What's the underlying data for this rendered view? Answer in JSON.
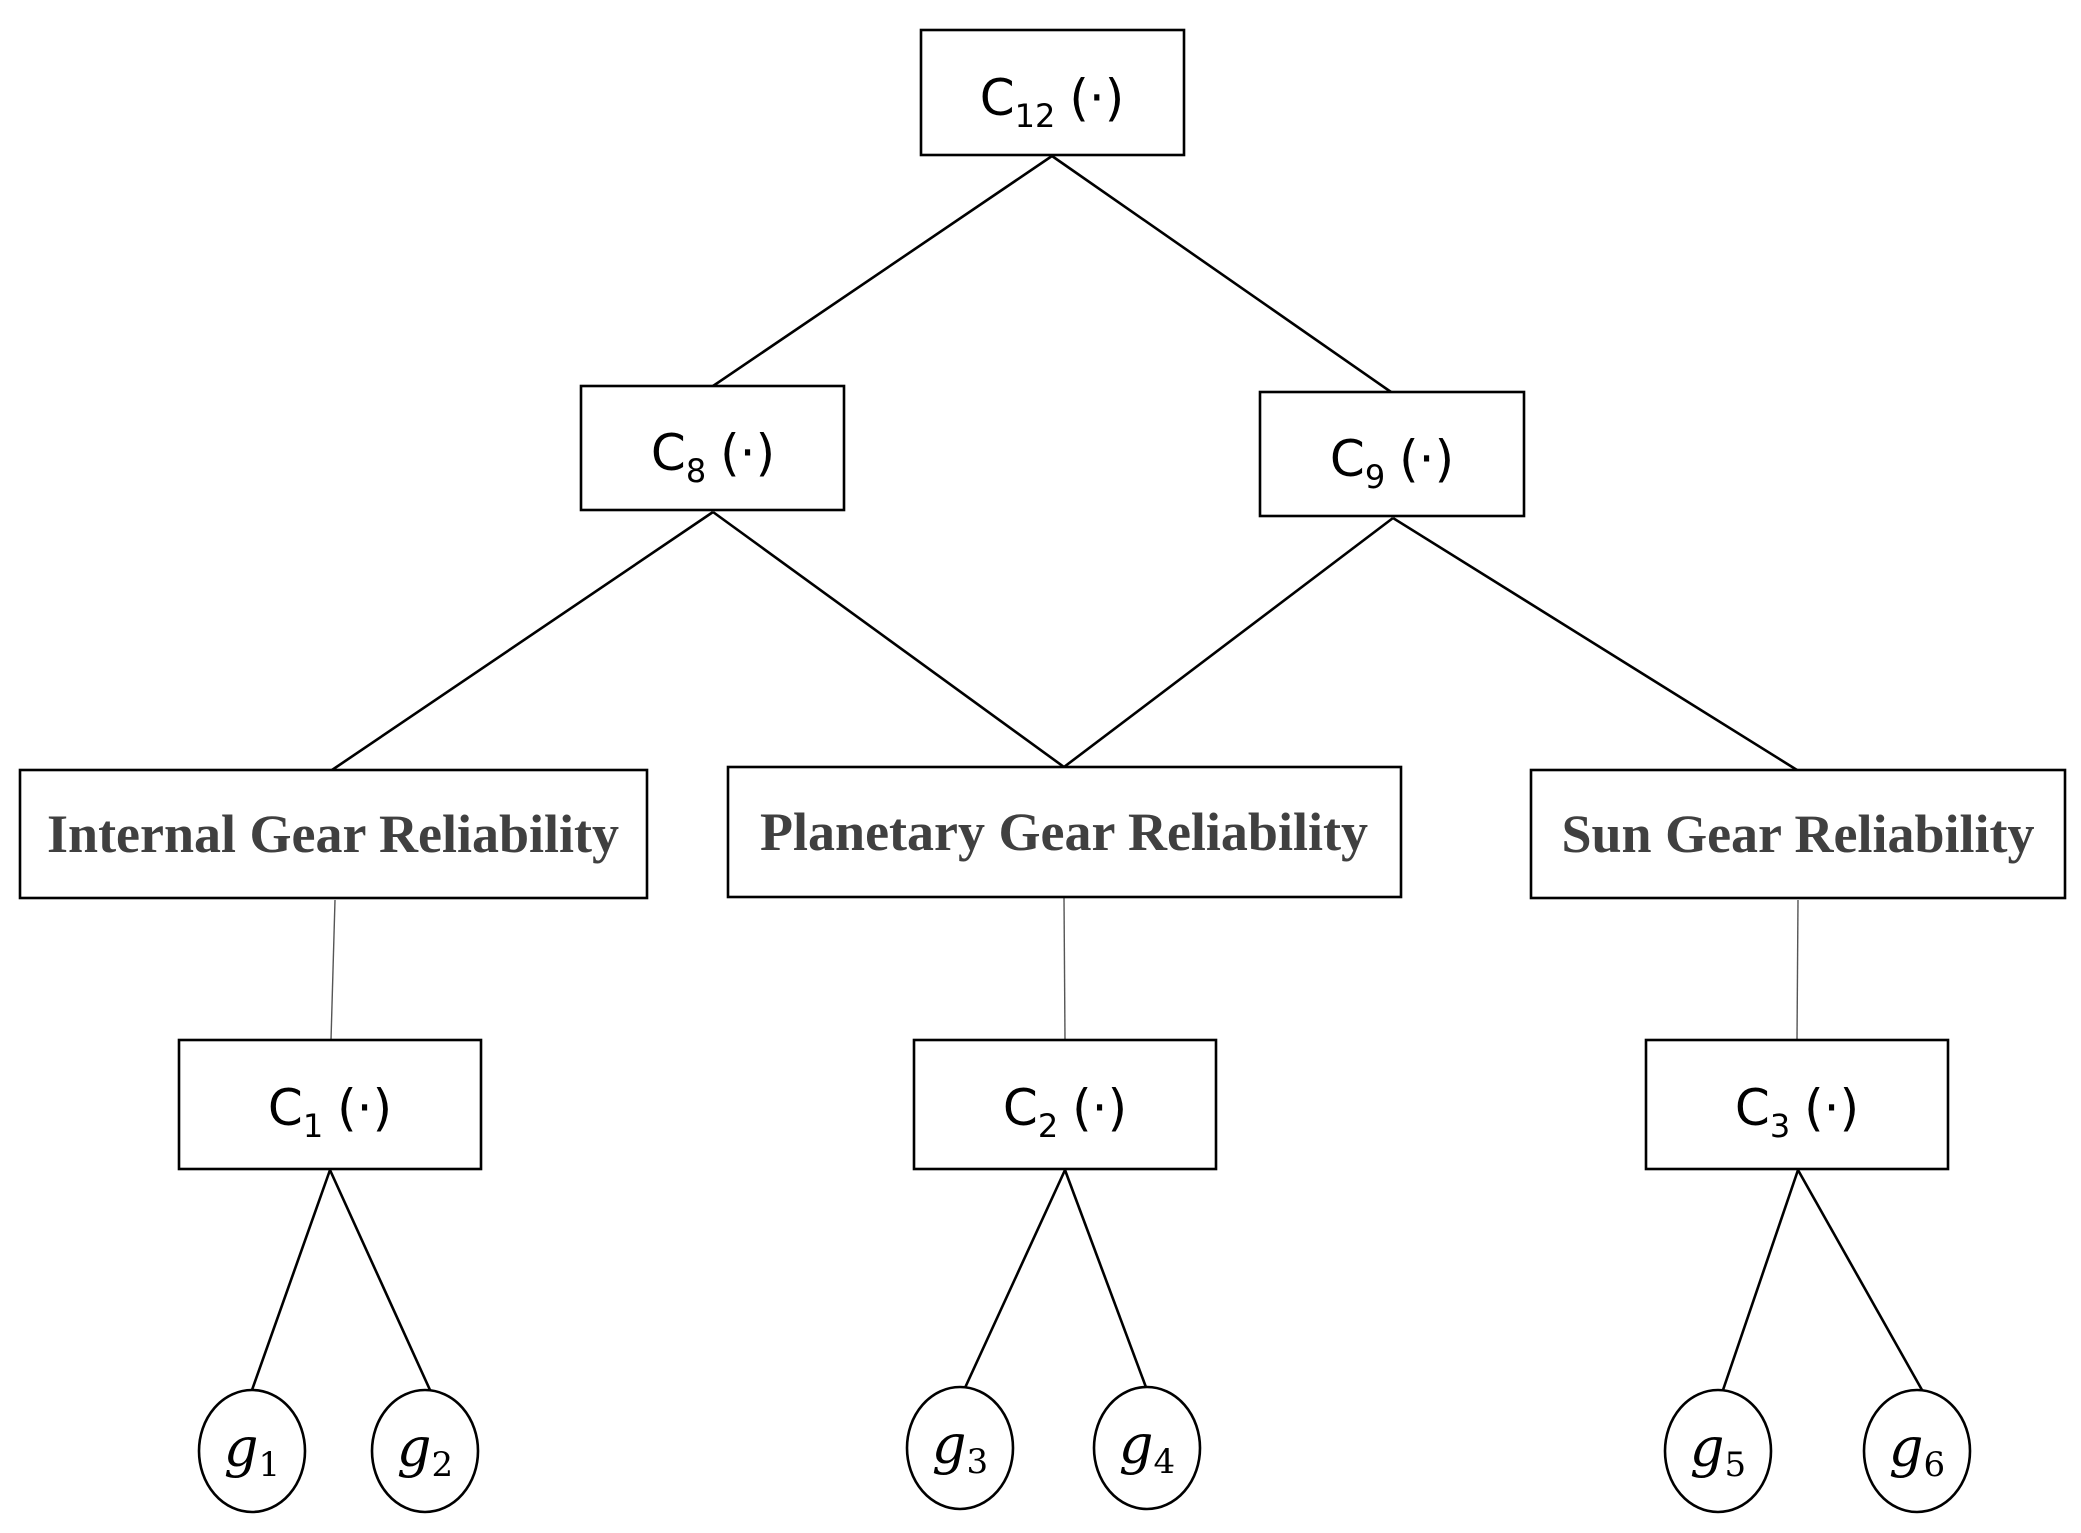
{
  "root": {
    "label": "C",
    "sub": "12",
    "arg": "(·)"
  },
  "level2": [
    {
      "label": "C",
      "sub": "8",
      "arg": "(·)"
    },
    {
      "label": "C",
      "sub": "9",
      "arg": "(·)"
    }
  ],
  "gears": [
    {
      "label": "Internal Gear Reliability"
    },
    {
      "label": "Planetary Gear Reliability"
    },
    {
      "label": "Sun Gear Reliability"
    }
  ],
  "functions": [
    {
      "label": "C",
      "sub": "1",
      "arg": "(·)"
    },
    {
      "label": "C",
      "sub": "2",
      "arg": "(·)"
    },
    {
      "label": "C",
      "sub": "3",
      "arg": "(·)"
    }
  ],
  "leaves": [
    {
      "label": "g",
      "sub": "1"
    },
    {
      "label": "g",
      "sub": "2"
    },
    {
      "label": "g",
      "sub": "3"
    },
    {
      "label": "g",
      "sub": "4"
    },
    {
      "label": "g",
      "sub": "5"
    },
    {
      "label": "g",
      "sub": "6"
    }
  ]
}
